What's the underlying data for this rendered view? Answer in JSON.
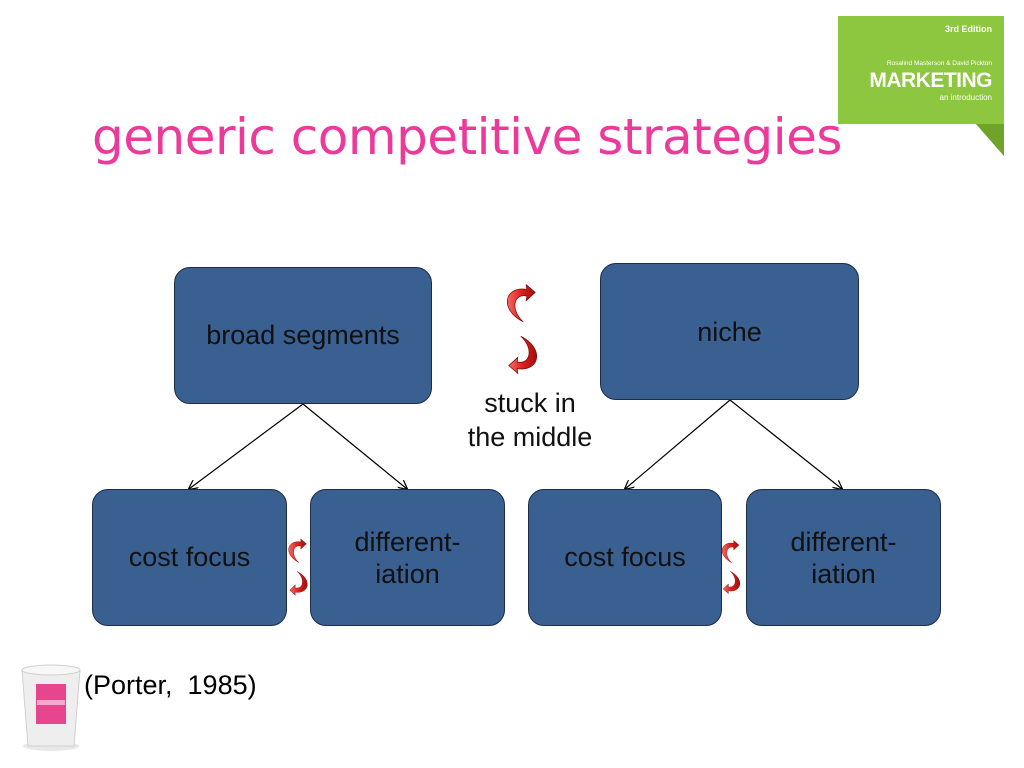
{
  "title": "generic competitive strategies",
  "logo": {
    "edition": "3rd Edition",
    "authors": "Rosalind Masterson & David Pickton",
    "brand": "MARKETING",
    "subtitle": "an introduction",
    "color": "#8dc63f"
  },
  "boxes": {
    "broad": "broad segments",
    "niche": "niche",
    "cost_focus_left": "cost focus",
    "differentiation_left": "different-\niation",
    "cost_focus_right": "cost focus",
    "differentiation_right": "different-\niation"
  },
  "middle_label": "stuck in\nthe middle",
  "citation": "(Porter,  1985)",
  "colors": {
    "title": "#ec3a9b",
    "box_fill": "#3a5f91",
    "arrow_red": "#e0201c"
  },
  "icons": {
    "cycle_arrow": "curved-double-arrow-icon",
    "cup": "cup-icon"
  }
}
